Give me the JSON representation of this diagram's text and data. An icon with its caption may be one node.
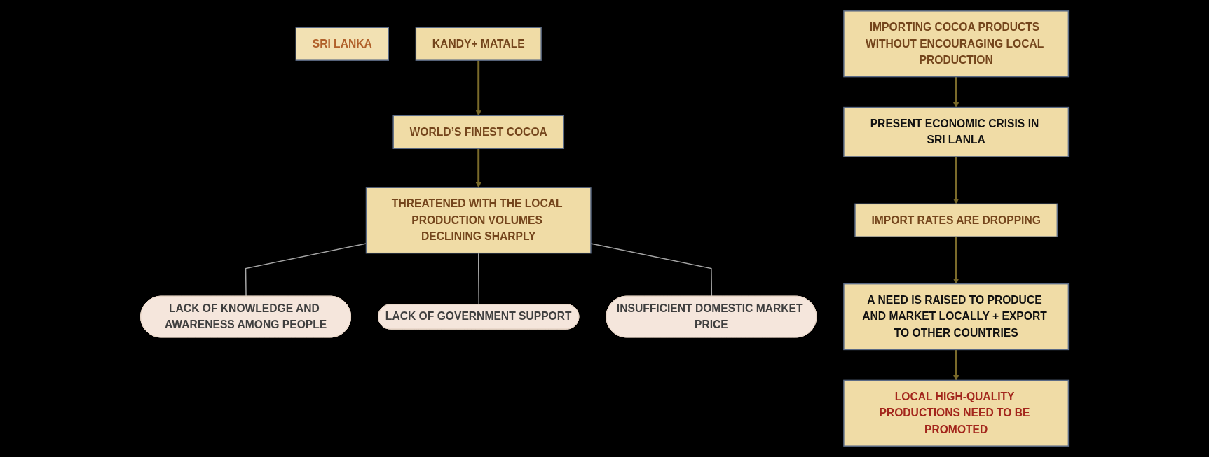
{
  "diagram": {
    "nodes": [
      {
        "text": [
          "SRI LANKA"
        ]
      },
      {
        "text": [
          "KANDY+ MATALE"
        ]
      },
      {
        "text": [
          "WORLD’S FINEST COCOA"
        ]
      },
      {
        "text": [
          "THREATENED WITH THE LOCAL PRODUCTION VOLUMES DECLINING SHARPLY"
        ]
      },
      {
        "text": [
          "LACK OF KNOWLEDGE AND AWARENESS AMONG PEOPLE"
        ]
      },
      {
        "text": [
          "LACK OF GOVERNMENT SUPPORT"
        ]
      },
      {
        "text": [
          "INSUFFICIENT DOMESTIC MARKET PRICE"
        ]
      },
      {
        "text": [
          "IMPORTING COCOA PRODUCTS WITHOUT ENCOURAGING LOCAL PRODUCTION"
        ]
      },
      {
        "text": [
          "PRESENT ECONOMIC CRISIS IN SRI LANLA"
        ]
      },
      {
        "text": [
          "IMPORT RATES ARE DROPPING"
        ]
      },
      {
        "text": [
          "A NEED IS RAISED TO PRODUCE AND MARKET LOCALLY + EXPORT TO OTHER COUNTRIES"
        ]
      },
      {
        "text": [
          "LOCAL HIGH-QUALITY PRODUCTIONS NEED TO BE PROMOTED"
        ]
      }
    ],
    "edges": [
      {
        "from": 1,
        "to": 2,
        "arrow": "to"
      },
      {
        "from": 2,
        "to": 3,
        "arrow": "to"
      },
      {
        "from": 3,
        "to": 4,
        "arrow": "none",
        "color": "#a6a6a6"
      },
      {
        "from": 3,
        "to": 5,
        "arrow": "none",
        "color": "#a6a6a6"
      },
      {
        "from": 3,
        "to": 6,
        "arrow": "none",
        "color": "#a6a6a6"
      },
      {
        "from": 7,
        "to": 8,
        "arrow": "to"
      },
      {
        "from": 8,
        "to": 9,
        "arrow": "to"
      },
      {
        "from": 9,
        "to": 10,
        "arrow": "to"
      },
      {
        "from": 10,
        "to": 11,
        "arrow": "to"
      }
    ]
  }
}
